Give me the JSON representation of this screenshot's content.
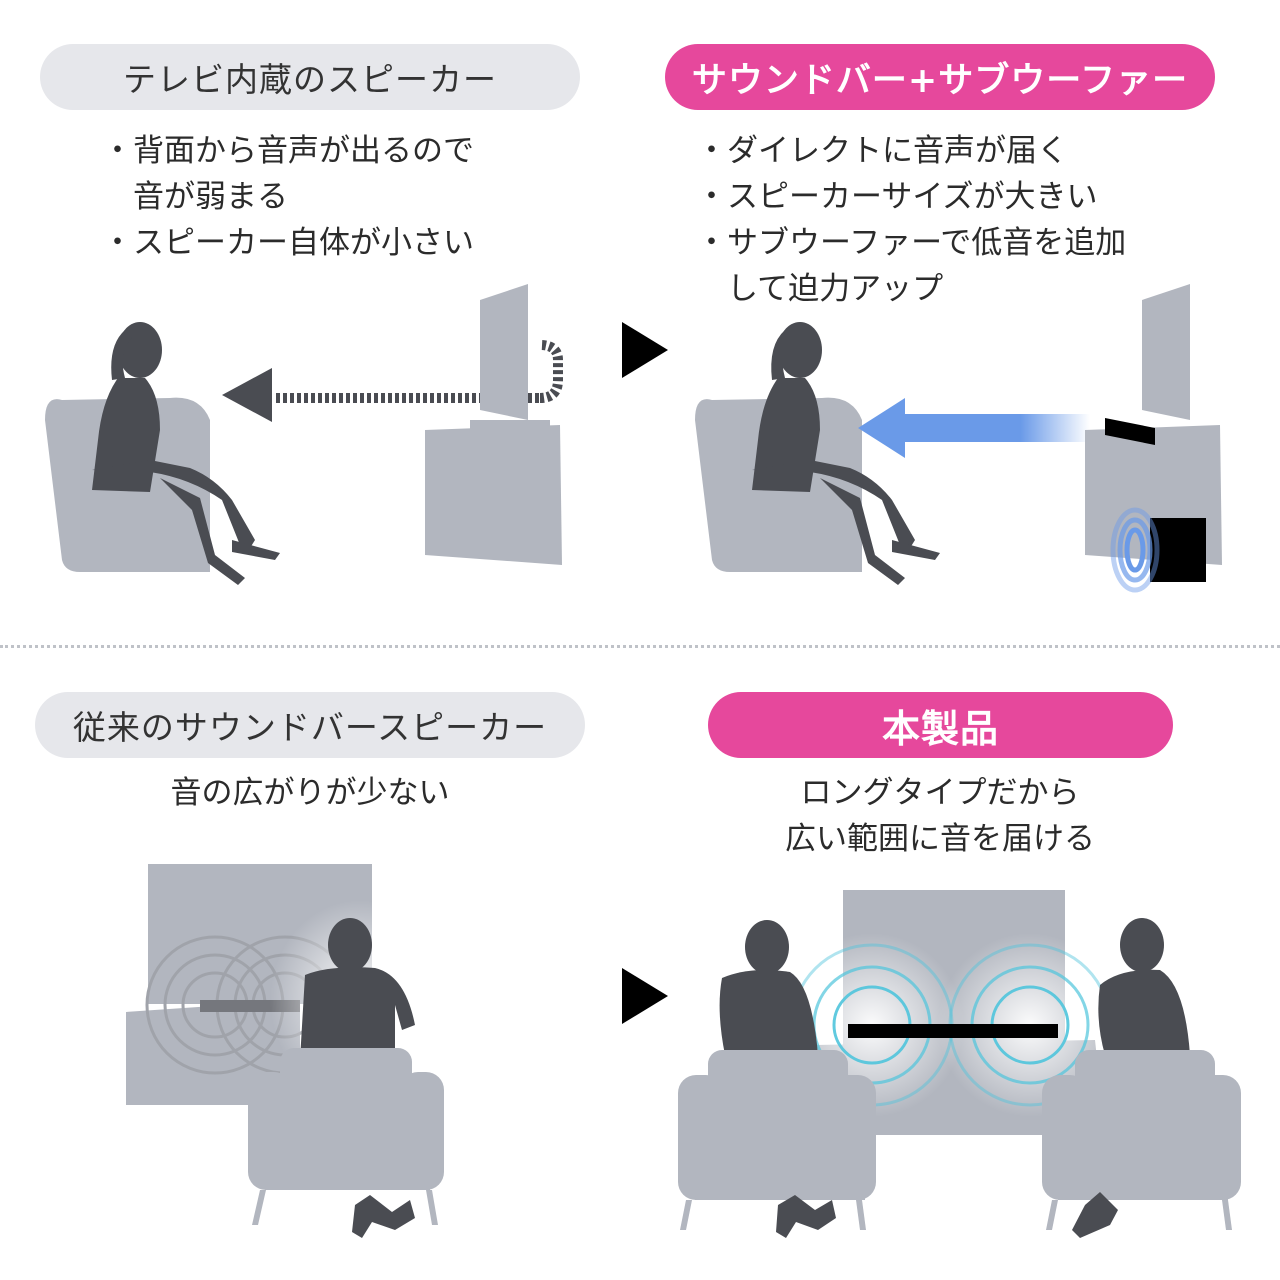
{
  "panels": {
    "tv": {
      "title": "テレビ内蔵のスピーカー",
      "lines": [
        "・背面から音声が出るので",
        "　音が弱まる",
        "・スピーカー自体が小さい"
      ]
    },
    "soundbar_sub": {
      "title": "サウンドバー+サブウーファー",
      "lines": [
        "・ダイレクトに音声が届く",
        "・スピーカーサイズが大きい",
        "・サブウーファーで低音を追加",
        "　して迫力アップ"
      ]
    },
    "conventional": {
      "title": "従来のサウンドバースピーカー",
      "lines": [
        "音の広がりが少ない"
      ]
    },
    "product": {
      "title": "本製品",
      "lines": [
        "ロングタイプだから",
        "広い範囲に音を届ける"
      ]
    }
  },
  "colors": {
    "pink": "#e6489c",
    "pill_gray": "#e6e7eb",
    "silhouette": "#4a4c52",
    "furniture": "#b2b6bf",
    "arrow_blue": "#6a9ae8",
    "wave_cyan": "#4fc4dc"
  },
  "icons": [
    "play-arrow-icon",
    "woman-silhouette-icon",
    "man-silhouette-icon",
    "armchair-icon",
    "tv-icon",
    "soundbar-icon",
    "subwoofer-icon",
    "sound-wave-icon"
  ]
}
